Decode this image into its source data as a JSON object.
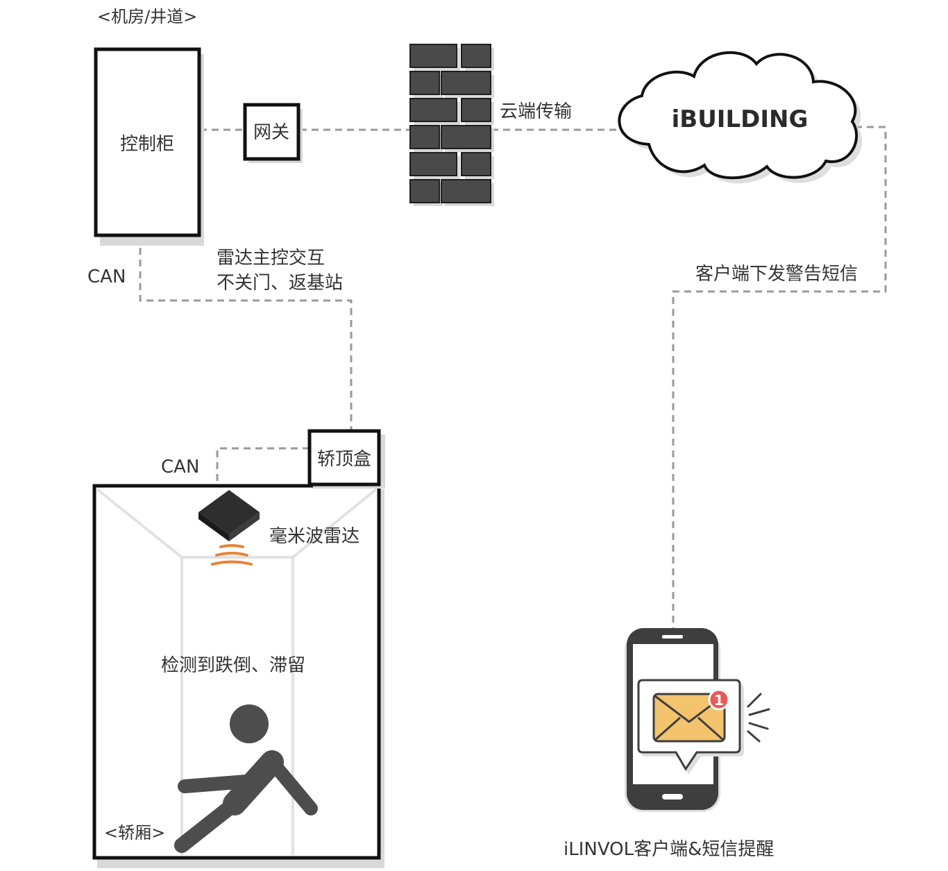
{
  "labels": {
    "machine_room": "<机房/井道>",
    "control_cabinet": "控制柜",
    "gateway": "网关",
    "cloud_transfer": "云端传输",
    "cloud": "iBUILDING",
    "can_top": "CAN",
    "radar_interaction_line1": "雷达主控交互",
    "radar_interaction_line2": "不关门、返基站",
    "client_sms": "客户端下发警告短信",
    "car_top_box": "轿顶盒",
    "can_car": "CAN",
    "mmwave_radar": "毫米波雷达",
    "detect": "检测到跌倒、滞留",
    "car": "<轿厢>",
    "app_reminder": "iLINVOL客户端&短信提醒",
    "badge_count": "1"
  },
  "colors": {
    "line": "#9a9a9a",
    "box_stroke": "#111111",
    "brick": "#4a4a4a",
    "radar_waves": "#e8833a",
    "person": "#4d4d4d",
    "envelope": "#f3c36e",
    "badge": "#e85a5a"
  }
}
